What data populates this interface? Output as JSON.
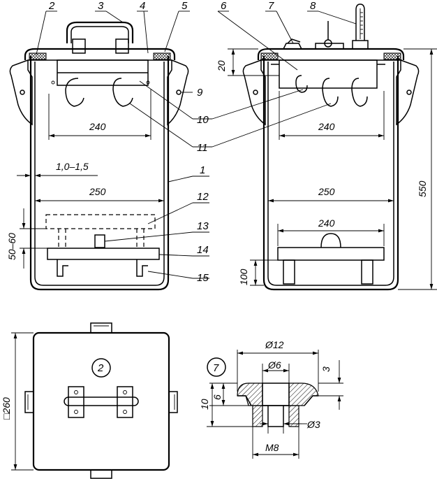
{
  "callouts": [
    "2",
    "3",
    "4",
    "5",
    "6",
    "7",
    "8",
    "9",
    "10",
    "11",
    "1",
    "12",
    "13",
    "14",
    "15"
  ],
  "left_view": {
    "dim_inner_width": "240",
    "dim_wall": "1,0–1,5",
    "dim_outer_width": "250",
    "dim_lift": "50–60"
  },
  "right_view": {
    "dim_lid_height": "20",
    "dim_inner_width": "240",
    "dim_outer_width": "250",
    "dim_grid_width": "240",
    "dim_grid_height": "100",
    "dim_total_height": "550"
  },
  "lid_view": {
    "part_label": "2",
    "dim_side": "□260"
  },
  "bushing_detail": {
    "part_label": "7",
    "dim_head_diameter": "Ø12",
    "dim_bore_diameter": "Ø6",
    "dim_head_height": "3",
    "dim_bore_depth": "6",
    "dim_total_height": "10",
    "dim_hole_diameter": "Ø3",
    "dim_thread": "M8"
  }
}
